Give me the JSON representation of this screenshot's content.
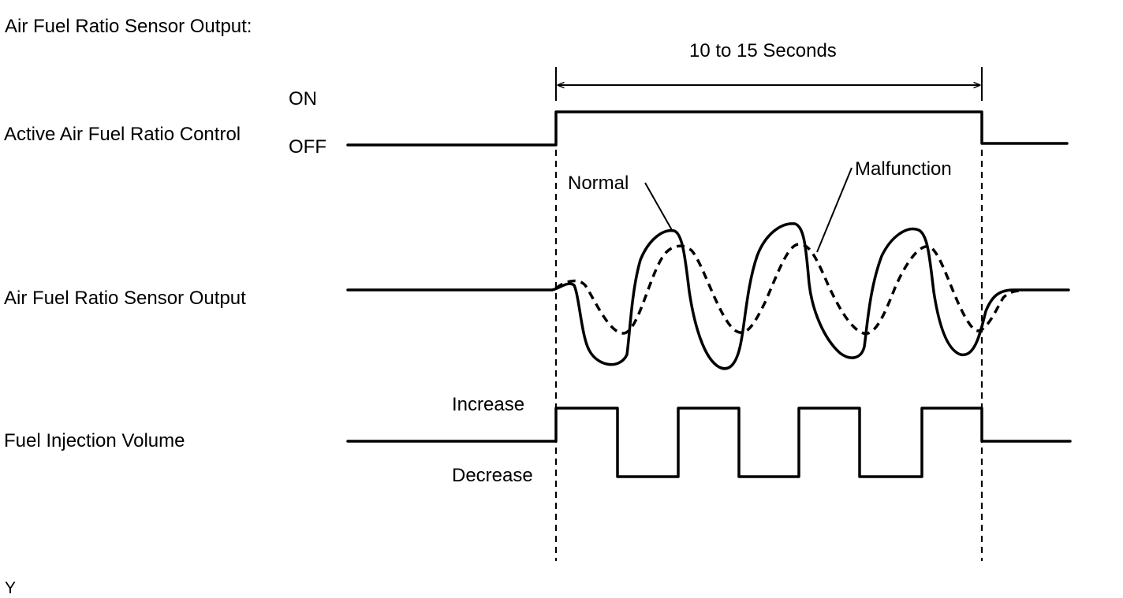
{
  "title": "Air Fuel Ratio Sensor Output:",
  "duration_label": "10 to 15 Seconds",
  "rows": {
    "control": {
      "label": "Active Air Fuel Ratio Control",
      "on_label": "ON",
      "off_label": "OFF"
    },
    "sensor": {
      "label": "Air Fuel Ratio Sensor Output",
      "normal_label": "Normal",
      "malfunction_label": "Malfunction"
    },
    "injection": {
      "label": "Fuel Injection Volume",
      "increase_label": "Increase",
      "decrease_label": "Decrease"
    }
  },
  "figure_code": "Y",
  "colors": {
    "line": "#000000",
    "background": "#ffffff"
  }
}
